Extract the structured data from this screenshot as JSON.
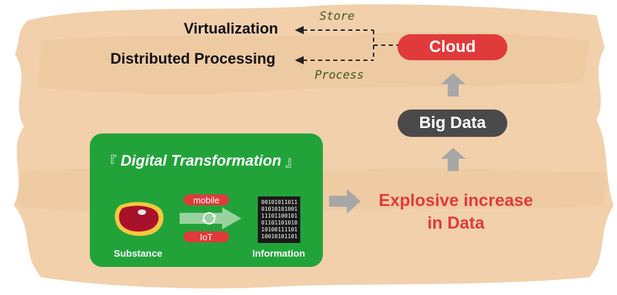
{
  "colors": {
    "paint": "#f0cda6",
    "panel_green": "#22a33a",
    "accent_red": "#e03a3a",
    "dark_gray": "#4a4a4a",
    "arrow_gray": "#a7a7a7",
    "label_green": "#3d5a1e"
  },
  "left_labels": {
    "virtualization": "Virtualization",
    "distributed": "Distributed Processing"
  },
  "connector_labels": {
    "store": "Store",
    "process": "Process"
  },
  "right_column": {
    "cloud": "Cloud",
    "big_data": "Big Data"
  },
  "panel": {
    "open_bracket": "『",
    "title": "Digital Transformation",
    "close_bracket": "』",
    "mobile": "mobile",
    "iot": "IoT",
    "substance": "Substance",
    "information": "Information",
    "binary_lines": [
      "00101011011",
      "01010101001",
      "11101100101",
      "01101101010",
      "10100111101",
      "10010101101"
    ],
    "icons": [
      "meat-icon",
      "cycle-arrows-icon",
      "binary-data-icon"
    ]
  },
  "result_text": {
    "line1": "Explosive increase",
    "line2": "in Data"
  }
}
